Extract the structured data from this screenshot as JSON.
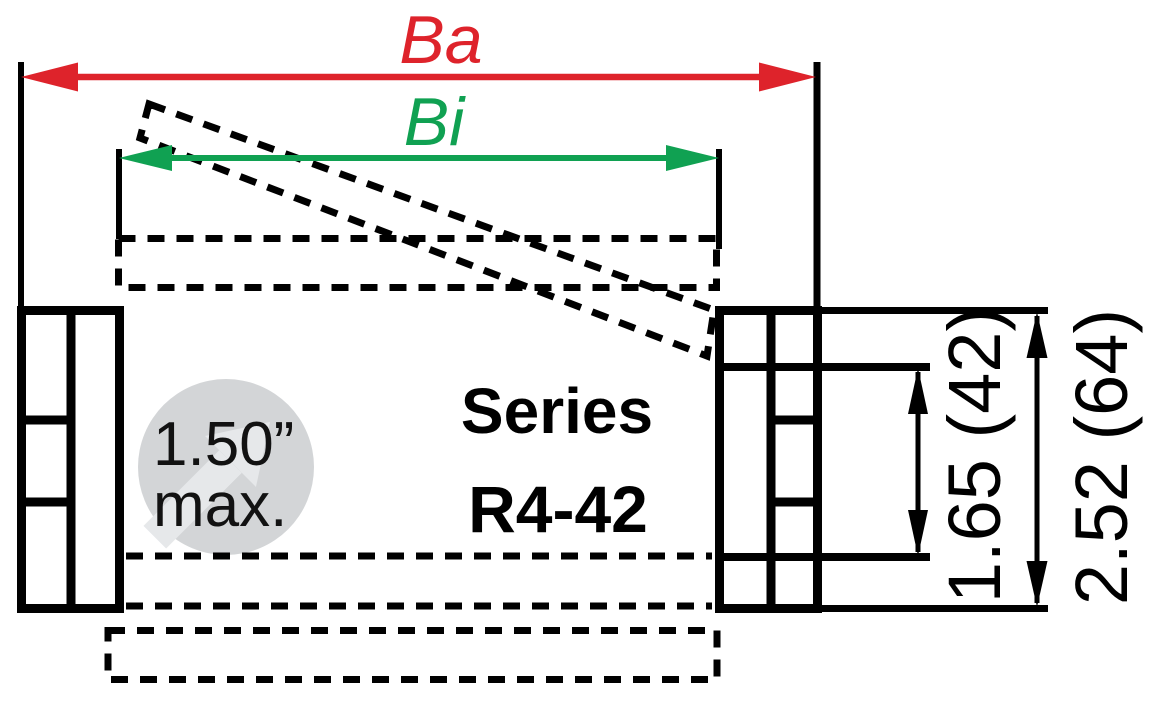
{
  "diagram": {
    "type": "technical-dimension-drawing",
    "title_line1": "Series",
    "title_line2": "R4-42",
    "dimensions": {
      "outer_width_label": "Ba",
      "inner_width_label": "Bi",
      "inner_height_label": "1.65 (42)",
      "outer_height_label": "2.52 (64)",
      "max_lift_line1": "1.50”",
      "max_lift_line2": "max."
    }
  },
  "colors": {
    "dimension_red": "#de232b",
    "dimension_green": "#10a152",
    "watermark_circle": "#d3d5d7",
    "watermark_arrow": "#e6e8ea",
    "line_black": "#000000"
  }
}
